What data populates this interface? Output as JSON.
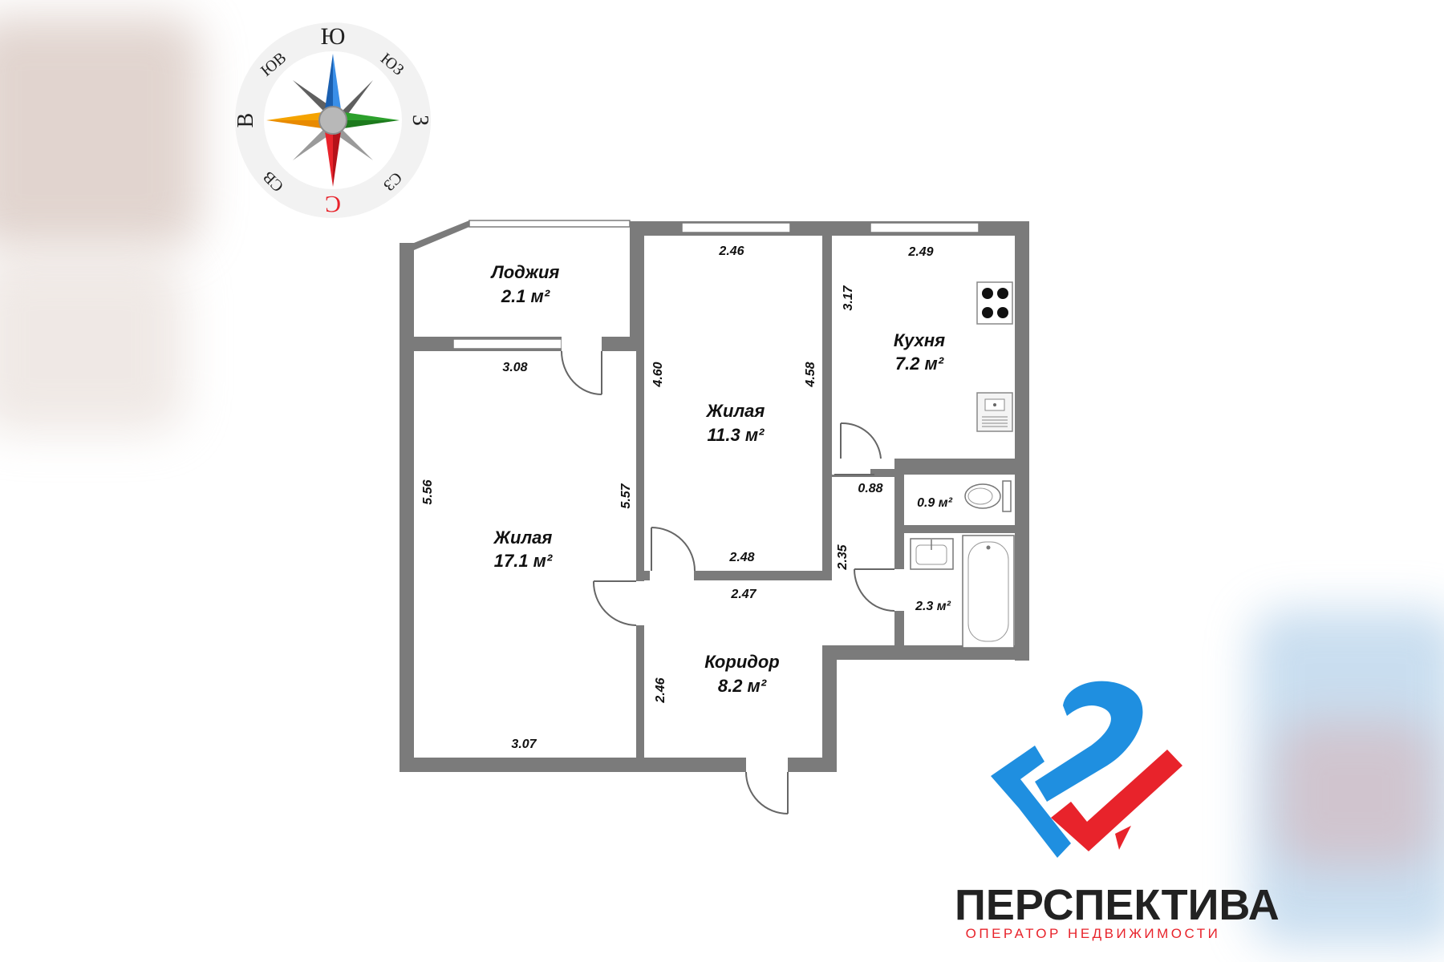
{
  "compass": {
    "labels": {
      "s_top": "Ю",
      "sw": "ЮЗ",
      "w": "З",
      "nw": "СЗ",
      "n_bottom": "С",
      "ne": "СВ",
      "e": "В",
      "se": "ЮВ"
    },
    "colors": {
      "north": "#e8232b",
      "south": "#1f77d4",
      "east": "#f5a300",
      "west": "#2ca02c",
      "grey": "#8a8a8a",
      "ring": "#f2f2f2"
    }
  },
  "rooms": [
    {
      "id": "loggia",
      "name": "Лоджия",
      "area": "2.1 м²"
    },
    {
      "id": "living_small",
      "name": "Жилая",
      "area": "11.3 м²"
    },
    {
      "id": "kitchen",
      "name": "Кухня",
      "area": "7.2 м²"
    },
    {
      "id": "living_big",
      "name": "Жилая",
      "area": "17.1 м²"
    },
    {
      "id": "corridor",
      "name": "Коридор",
      "area": "8.2 м²"
    },
    {
      "id": "wc",
      "name": "",
      "area": "0.9 м²"
    },
    {
      "id": "bath",
      "name": "",
      "area": "2.3 м²"
    }
  ],
  "dimensions": [
    "2.46",
    "2.49",
    "3.17",
    "3.08",
    "4.60",
    "4.58",
    "5.56",
    "5.57",
    "0.88",
    "2.48",
    "2.35",
    "2.47",
    "2.46",
    "3.07"
  ],
  "brand": {
    "name": "ПЕРСПЕКТИВА",
    "tagline": "ОПЕРАТОР НЕДВИЖИМОСТИ",
    "colors": {
      "blue": "#1f8fe0",
      "red": "#e8232b"
    }
  }
}
